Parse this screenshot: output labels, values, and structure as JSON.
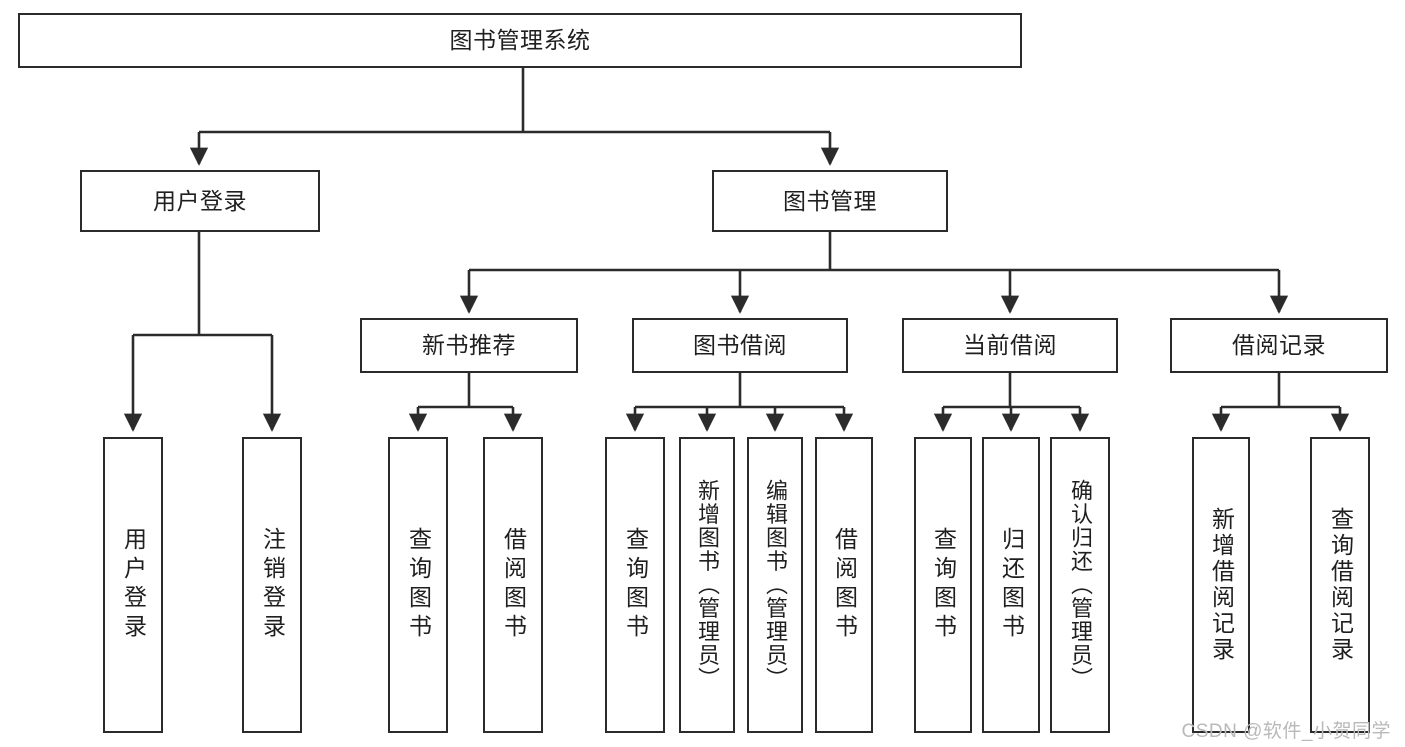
{
  "diagram": {
    "title": "图书管理系统",
    "watermark": "CSDN @软件_小贺同学",
    "line_color": "#2b2b2b",
    "box_fill": "#ffffff",
    "text_color": "#1f1f1f",
    "root": {
      "label": "图书管理系统"
    },
    "level2": [
      {
        "label": "用户登录"
      },
      {
        "label": "图书管理"
      }
    ],
    "level3": [
      {
        "label": "新书推荐"
      },
      {
        "label": "图书借阅"
      },
      {
        "label": "当前借阅"
      },
      {
        "label": "借阅记录"
      }
    ],
    "leaves": [
      {
        "label": "用户登录",
        "parent": "用户登录"
      },
      {
        "label": "注销登录",
        "parent": "用户登录"
      },
      {
        "label": "查询图书",
        "parent": "新书推荐"
      },
      {
        "label": "借阅图书",
        "parent": "新书推荐"
      },
      {
        "label": "查询图书",
        "parent": "图书借阅"
      },
      {
        "label": "新增图书（管理员）",
        "parent": "图书借阅"
      },
      {
        "label": "编辑图书（管理员）",
        "parent": "图书借阅"
      },
      {
        "label": "借阅图书",
        "parent": "图书借阅"
      },
      {
        "label": "查询图书",
        "parent": "当前借阅"
      },
      {
        "label": "归还图书",
        "parent": "当前借阅"
      },
      {
        "label": "确认归还（管理员）",
        "parent": "当前借阅"
      },
      {
        "label": "新增借阅记录",
        "parent": "借阅记录"
      },
      {
        "label": "查询借阅记录",
        "parent": "借阅记录"
      }
    ]
  }
}
